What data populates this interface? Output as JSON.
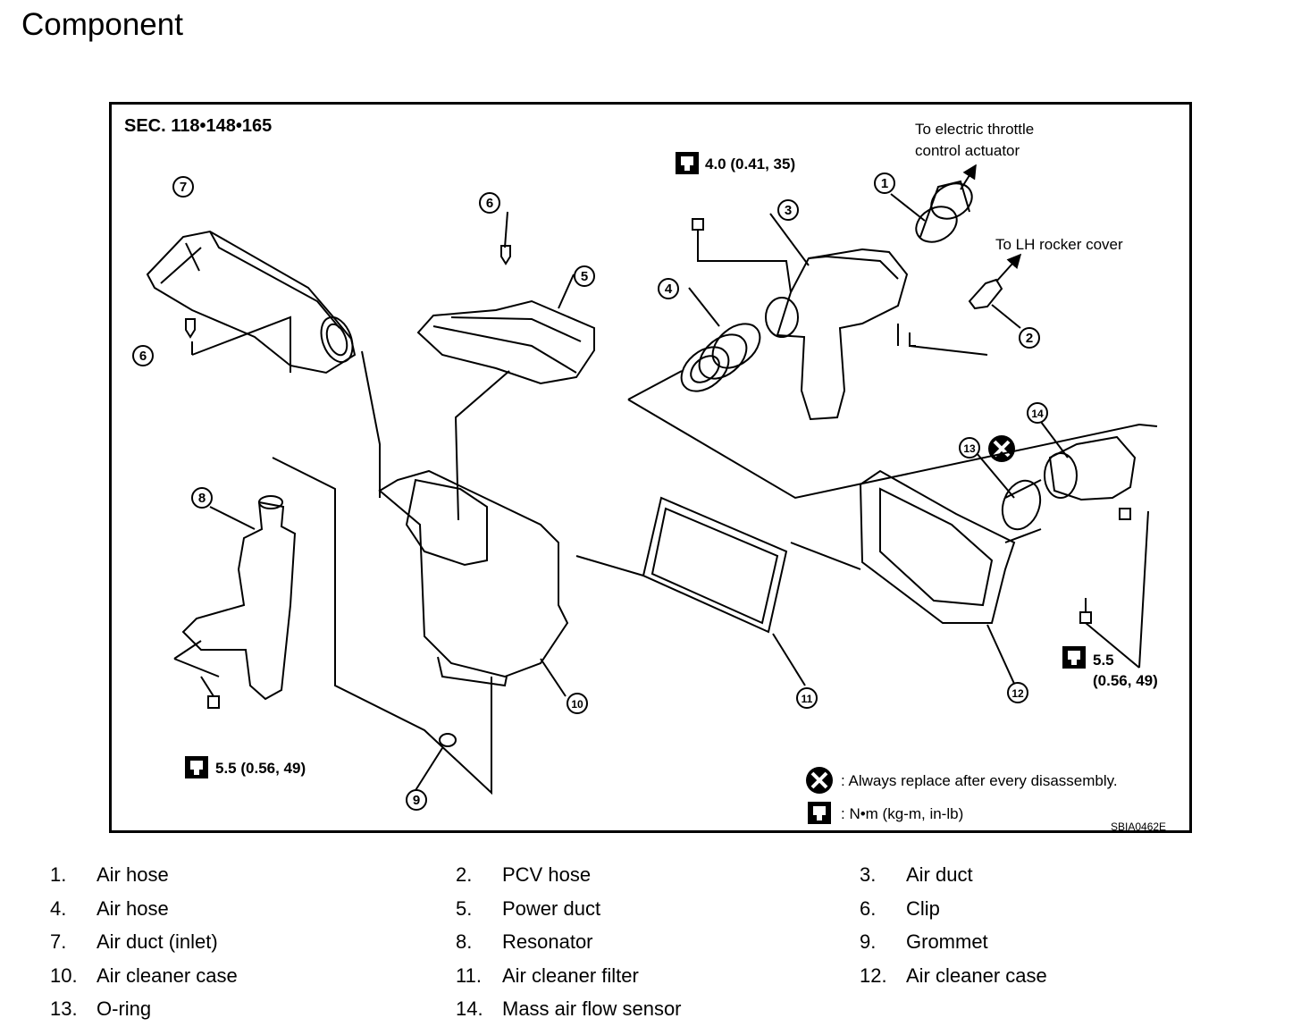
{
  "title": "Component",
  "figure": {
    "section": "SEC. 118•148•165",
    "callout_throttle_line1": "To electric throttle",
    "callout_throttle_line2": "control actuator",
    "callout_rocker": "To LH rocker cover",
    "torque_top": "4.0 (0.41, 35)",
    "torque_bottom_left": "5.5 (0.56, 49)",
    "torque_right_line1": "5.5",
    "torque_right_line2": "(0.56, 49)",
    "key_replace": ": Always replace after every disassembly.",
    "key_torque": ": N•m (kg-m, in-lb)",
    "figure_code": "SBIA0462E",
    "part_numbers": [
      "1",
      "2",
      "3",
      "4",
      "5",
      "6",
      "6",
      "7",
      "8",
      "9",
      "10",
      "11",
      "12",
      "13",
      "14"
    ]
  },
  "legend": [
    {
      "num": "1.",
      "text": "Air hose"
    },
    {
      "num": "2.",
      "text": "PCV hose"
    },
    {
      "num": "3.",
      "text": "Air duct"
    },
    {
      "num": "4.",
      "text": "Air hose"
    },
    {
      "num": "5.",
      "text": "Power duct"
    },
    {
      "num": "6.",
      "text": "Clip"
    },
    {
      "num": "7.",
      "text": "Air duct (inlet)"
    },
    {
      "num": "8.",
      "text": "Resonator"
    },
    {
      "num": "9.",
      "text": "Grommet"
    },
    {
      "num": "10.",
      "text": "Air cleaner case"
    },
    {
      "num": "11.",
      "text": "Air cleaner filter"
    },
    {
      "num": "12.",
      "text": "Air cleaner case"
    },
    {
      "num": "13.",
      "text": "O-ring"
    },
    {
      "num": "14.",
      "text": "Mass air flow sensor"
    }
  ]
}
